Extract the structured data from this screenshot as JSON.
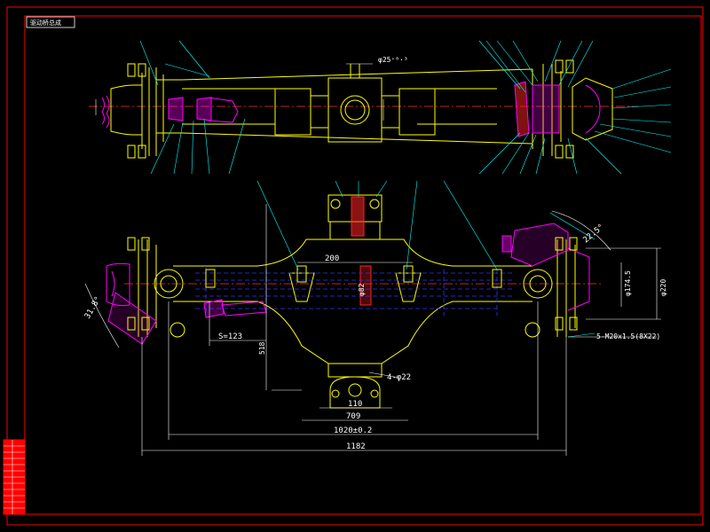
{
  "drawing": {
    "title_label": "驱动桥总成",
    "colors": {
      "background": "#000000",
      "frame": "#ff0000",
      "outline": "#ffff00",
      "detail": "#ff00ff",
      "dimension": "#ffffff",
      "leader": "#00ffff",
      "hidden": "#3333ff",
      "center": "#ff3333",
      "hatch": "#ff2222"
    },
    "dimensions": {
      "d_housing": "φ25⁺⁰·³",
      "d_width": "200",
      "d_bore": "φ82",
      "d_offset": "S=123",
      "d_height": "518",
      "d_110": "110",
      "d_709": "709",
      "d_track": "1020±0.2",
      "d_overall": "1182",
      "d_holes": "4-φ22",
      "d_angle_left": "31.8°",
      "d_angle_right": "22.5°",
      "d_bolt_circle": "φ174.5",
      "d_flange": "φ220",
      "d_thread": "5-M20x1.5(8X22)"
    },
    "title_block_rows": [
      "",
      "",
      "",
      "",
      "",
      "",
      "",
      "",
      "",
      "",
      "",
      ""
    ]
  }
}
